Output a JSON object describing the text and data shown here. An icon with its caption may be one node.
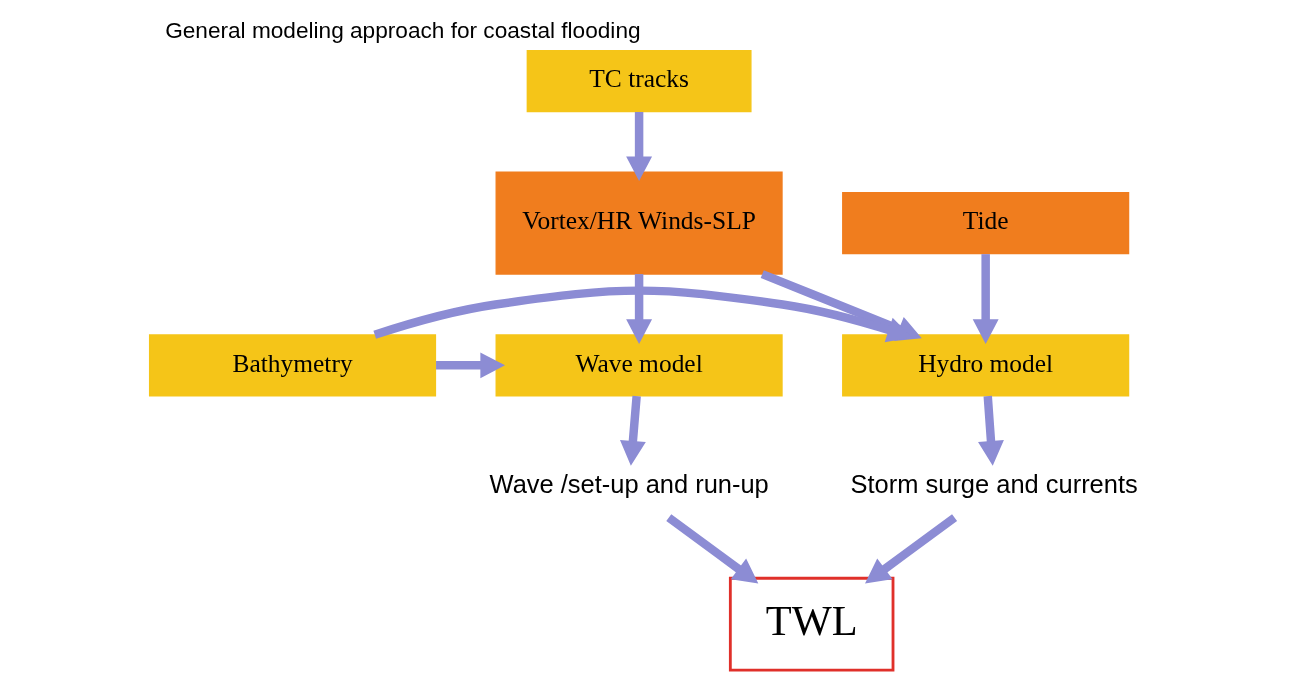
{
  "diagram": {
    "title": "General modeling approach for coastal flooding",
    "nodes": [
      {
        "text": [
          "TC tracks"
        ]
      },
      {
        "text": [
          "Tide"
        ]
      },
      {
        "text": [
          "Vortex/HR Winds-SLP"
        ]
      },
      {
        "text": [
          "Wave model"
        ]
      },
      {
        "text": [
          "Hydro model"
        ]
      },
      {
        "text": [
          "Bathymetry"
        ]
      },
      {
        "text": [
          "Wave /set-up and run-up"
        ]
      },
      {
        "text": [
          "Storm surge and currents"
        ]
      },
      {
        "text": [
          "TWL"
        ]
      }
    ],
    "edges": [
      {
        "from": 0,
        "to": 2,
        "arrow": "to"
      },
      {
        "from": 1,
        "to": 4,
        "arrow": "to"
      },
      {
        "from": 2,
        "to": 3,
        "arrow": "to"
      },
      {
        "from": 2,
        "to": 4,
        "arrow": "to"
      },
      {
        "from": 5,
        "to": 3,
        "arrow": "to"
      },
      {
        "from": 5,
        "to": 4,
        "arrow": "to"
      },
      {
        "from": 3,
        "to": 6,
        "arrow": "to"
      },
      {
        "from": 4,
        "to": 7,
        "arrow": "to"
      },
      {
        "from": 6,
        "to": 8,
        "arrow": "to"
      },
      {
        "from": 7,
        "to": 8,
        "arrow": "to"
      }
    ]
  }
}
